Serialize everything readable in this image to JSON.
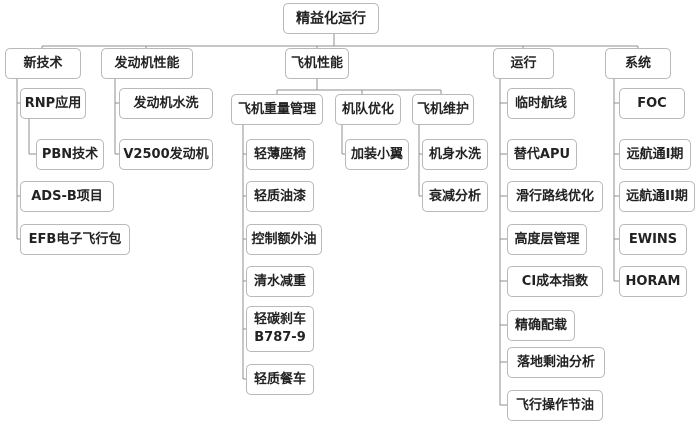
{
  "root": {
    "label": "精益化运行"
  },
  "categories": [
    {
      "label": "新技术",
      "items": [
        {
          "label": "RNP应用",
          "children": [
            {
              "label": "PBN技术"
            }
          ]
        },
        {
          "label": "ADS-B项目"
        },
        {
          "label": "EFB电子飞行包"
        }
      ]
    },
    {
      "label": "发动机性能",
      "items": [
        {
          "label": "发动机水洗"
        },
        {
          "label": "V2500发动机"
        }
      ]
    },
    {
      "label": "飞机性能",
      "groups": [
        {
          "label": "飞机重量管理",
          "items": [
            {
              "label": "轻薄座椅"
            },
            {
              "label": "轻质油漆"
            },
            {
              "label": "控制额外油"
            },
            {
              "label": "清水减重"
            },
            {
              "label_line1": "轻碳刹车",
              "label_line2": "B787-9"
            },
            {
              "label": "轻质餐车"
            }
          ]
        },
        {
          "label": "机队优化",
          "items": [
            {
              "label": "加装小翼"
            }
          ]
        },
        {
          "label": "飞机维护",
          "items": [
            {
              "label": "机身水洗"
            },
            {
              "label": "衰减分析"
            }
          ]
        }
      ]
    },
    {
      "label": "运行",
      "items": [
        {
          "label": "临时航线"
        },
        {
          "label": "替代APU"
        },
        {
          "label": "滑行路线优化"
        },
        {
          "label": "高度层管理"
        },
        {
          "label": "CI成本指数"
        },
        {
          "label": "精确配载"
        },
        {
          "label": "落地剩油分析"
        },
        {
          "label": "飞行操作节油"
        }
      ]
    },
    {
      "label": "系统",
      "items": [
        {
          "label": "FOC"
        },
        {
          "label": "远航通I期"
        },
        {
          "label": "远航通II期"
        },
        {
          "label": "EWINS"
        },
        {
          "label": "HORAM"
        }
      ]
    }
  ]
}
